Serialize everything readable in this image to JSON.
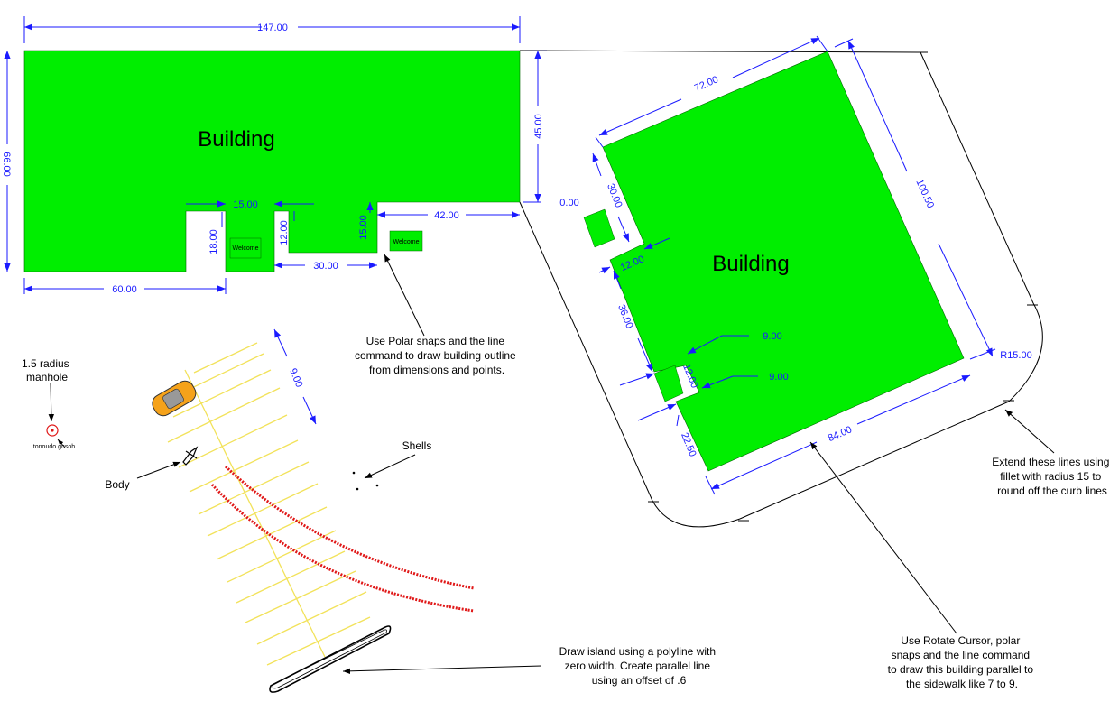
{
  "colors": {
    "building": "#00ee00",
    "dimension": "#1a1aff",
    "parking_lines": "#f2e25a",
    "tire_tracks": "#e01818",
    "outline": "#000000",
    "manhole": "#e01818",
    "car": "#f5a21a"
  },
  "building_1": {
    "label": "Building",
    "dims": {
      "width_top": "147.00",
      "height_left": "66.00",
      "height_right": "45.00",
      "bottom_left": "60.00",
      "notch_width": "15.00",
      "notch_depth": "18.00",
      "step_12": "12.00",
      "step_15": "15.00",
      "bottom_30": "30.00",
      "right_42": "42.00"
    },
    "welcome_1": "Welcome",
    "welcome_2": "Welcome"
  },
  "building_2": {
    "label": "Building",
    "dims": {
      "top_72": "72.00",
      "right_100": "100.50",
      "corner_0": "0.00",
      "left_30": "30.00",
      "step_12a": "12.00",
      "left_36": "36.00",
      "leader_9a": "9.00",
      "step_12b": "12.00",
      "leader_9b": "9.00",
      "left_22": "22.50",
      "bottom_84": "84.00",
      "radius": "R15.00"
    }
  },
  "parking": {
    "stall_dim": "9.00"
  },
  "annotations": {
    "manhole_title": "1.5 radius\nmanhole",
    "manhole_tag": "tonoudo ghsoh",
    "body": "Body",
    "shells": "Shells",
    "polar_note": "Use Polar snaps and the line\ncommand to draw building outline\nfrom dimensions and points.",
    "fillet_note": "Extend these lines using\nfillet with radius 15 to\nround off the curb lines",
    "island_note": "Draw island using a polyline with\nzero width.  Create parallel line\nusing an offset of .6",
    "rotate_note": "Use Rotate Cursor, polar\nsnaps and the line command\nto draw this building parallel to\nthe sidewalk like 7 to 9."
  }
}
